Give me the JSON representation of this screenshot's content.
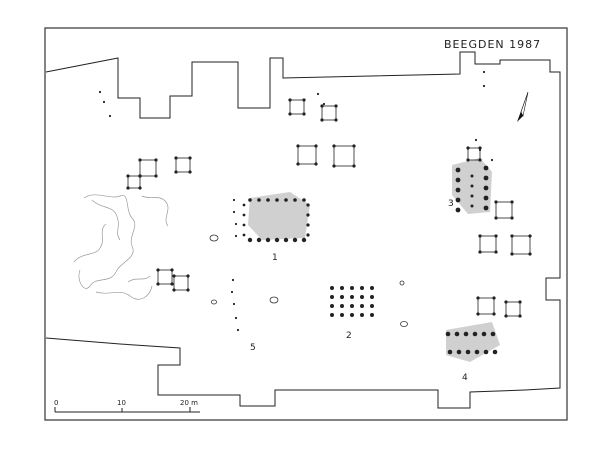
{
  "title": "BEEGDEN 1987",
  "scale_bar": {
    "ticks": [
      "0",
      "10",
      "20 m"
    ]
  },
  "structure_labels": [
    "1",
    "2",
    "3",
    "4",
    "5"
  ],
  "colors": {
    "ink": "#222222",
    "shade": "#c8c8c8",
    "faint": "#9a9a9a",
    "frame": "#333333"
  },
  "icons": {
    "north_arrow": "north-arrow-icon"
  }
}
